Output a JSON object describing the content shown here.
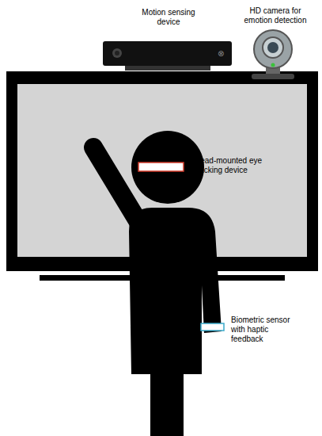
{
  "diagram": {
    "labels": [
      "Motion sensing device",
      "HD camera for emotion detection",
      "Head-mounted eye tracking device",
      "Biometric sensor with haptic feedback"
    ]
  }
}
